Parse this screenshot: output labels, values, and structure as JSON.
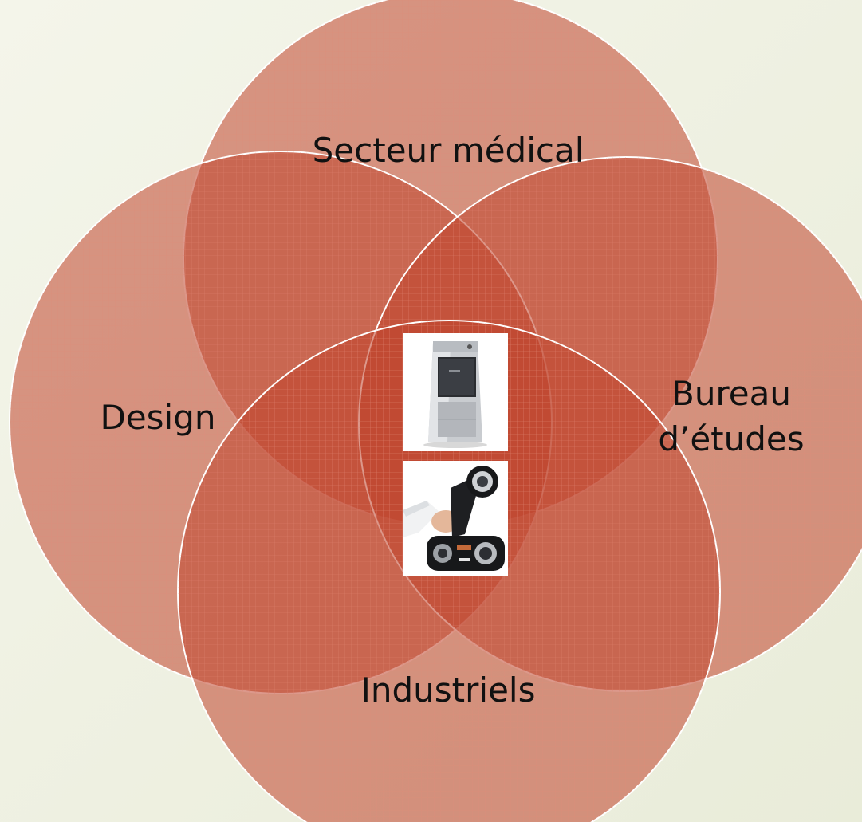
{
  "diagram": {
    "type": "venn-4-sets",
    "colors": {
      "circle_fill": "#c0432c",
      "circle_stroke": "#ffffff",
      "grid_line": "#d9735f",
      "background": "#eef0e2",
      "label": "#111111"
    },
    "sets": [
      {
        "id": "medical",
        "label": "Secteur médical"
      },
      {
        "id": "design",
        "label": "Design"
      },
      {
        "id": "bureau",
        "label_lines": [
          "Bureau",
          "d’études"
        ]
      },
      {
        "id": "industriels",
        "label": "Industriels"
      }
    ],
    "center_images": [
      {
        "name": "3d-printer-image",
        "icon": "3d-printer"
      },
      {
        "name": "handheld-3d-scanner-image",
        "icon": "handheld-3d-scanner"
      }
    ]
  }
}
